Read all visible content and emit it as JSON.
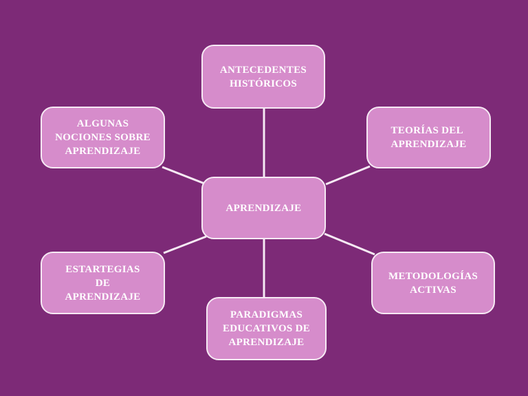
{
  "diagram": {
    "type": "mind-map",
    "background_color": "#7d2a77",
    "node_fill": "#d68ccb",
    "node_border": "#f6eaf4",
    "text_color": "#ffffff",
    "center": {
      "label": "APRENDIZAJE"
    },
    "nodes": {
      "top": {
        "label": "ANTECEDENTES\nHISTÓRICOS"
      },
      "top_left": {
        "label": "ALGUNAS\nNOCIONES SOBRE\nAPRENDIZAJE"
      },
      "top_right": {
        "label": "TEORÍAS DEL\nAPRENDIZAJE"
      },
      "bottom_left": {
        "label": "ESTARTEGIAS\nDE\nAPRENDIZAJE"
      },
      "bottom_right": {
        "label": "METODOLOGÍAS\nACTIVAS"
      },
      "bottom": {
        "label": "PARADIGMAS\nEDUCATIVOS DE\nAPRENDIZAJE"
      }
    },
    "edges": [
      [
        "center",
        "top"
      ],
      [
        "center",
        "top_left"
      ],
      [
        "center",
        "top_right"
      ],
      [
        "center",
        "bottom_left"
      ],
      [
        "center",
        "bottom_right"
      ],
      [
        "center",
        "bottom"
      ]
    ]
  }
}
